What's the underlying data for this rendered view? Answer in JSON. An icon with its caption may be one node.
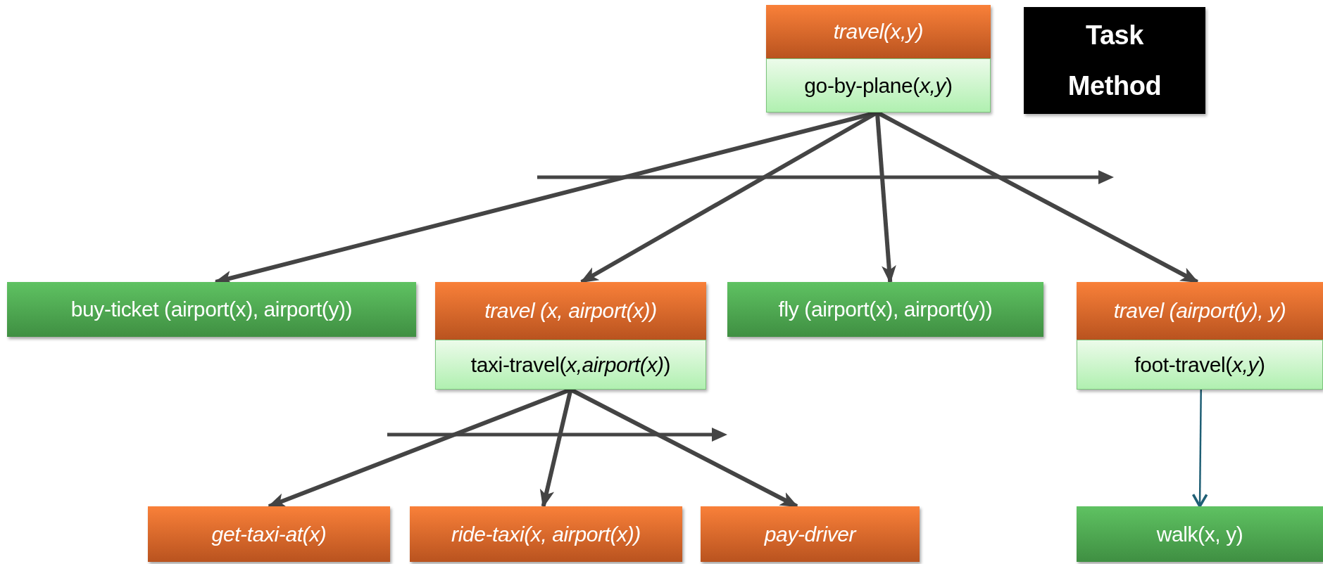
{
  "diagram": {
    "nodes": [
      {
        "text": [
          "travel(x,y)"
        ]
      },
      {
        "text": [
          "go-by-plane(*x,y*)"
        ]
      },
      {
        "text": [
          "Task",
          "Method"
        ]
      },
      {
        "text": [
          "buy-ticket (airport(x), airport(y))"
        ]
      },
      {
        "text": [
          "travel (x, airport(x))"
        ]
      },
      {
        "text": [
          "taxi-travel(*x,airport(x)*)"
        ]
      },
      {
        "text": [
          "fly (airport(x), airport(y))"
        ]
      },
      {
        "text": [
          "travel (airport(y), y)"
        ]
      },
      {
        "text": [
          "foot-travel(*x,y*)"
        ]
      },
      {
        "text": [
          "get-taxi-at(x)"
        ]
      },
      {
        "text": [
          "ride-taxi(x, airport(x))"
        ]
      },
      {
        "text": [
          "pay-driver"
        ]
      },
      {
        "text": [
          "walk(x, y)"
        ]
      }
    ],
    "edges": [
      {
        "from": 1,
        "to": 3,
        "arrow": "to"
      },
      {
        "from": 1,
        "to": 4,
        "arrow": "to"
      },
      {
        "from": 1,
        "to": 6,
        "arrow": "to"
      },
      {
        "from": 1,
        "to": 7,
        "arrow": "to"
      },
      {
        "from": 5,
        "to": 9,
        "arrow": "to"
      },
      {
        "from": 5,
        "to": 10,
        "arrow": "to"
      },
      {
        "from": 5,
        "to": 11,
        "arrow": "to"
      },
      {
        "from": 8,
        "to": 12,
        "arrow": "to",
        "color": "#1f5f75"
      }
    ]
  }
}
